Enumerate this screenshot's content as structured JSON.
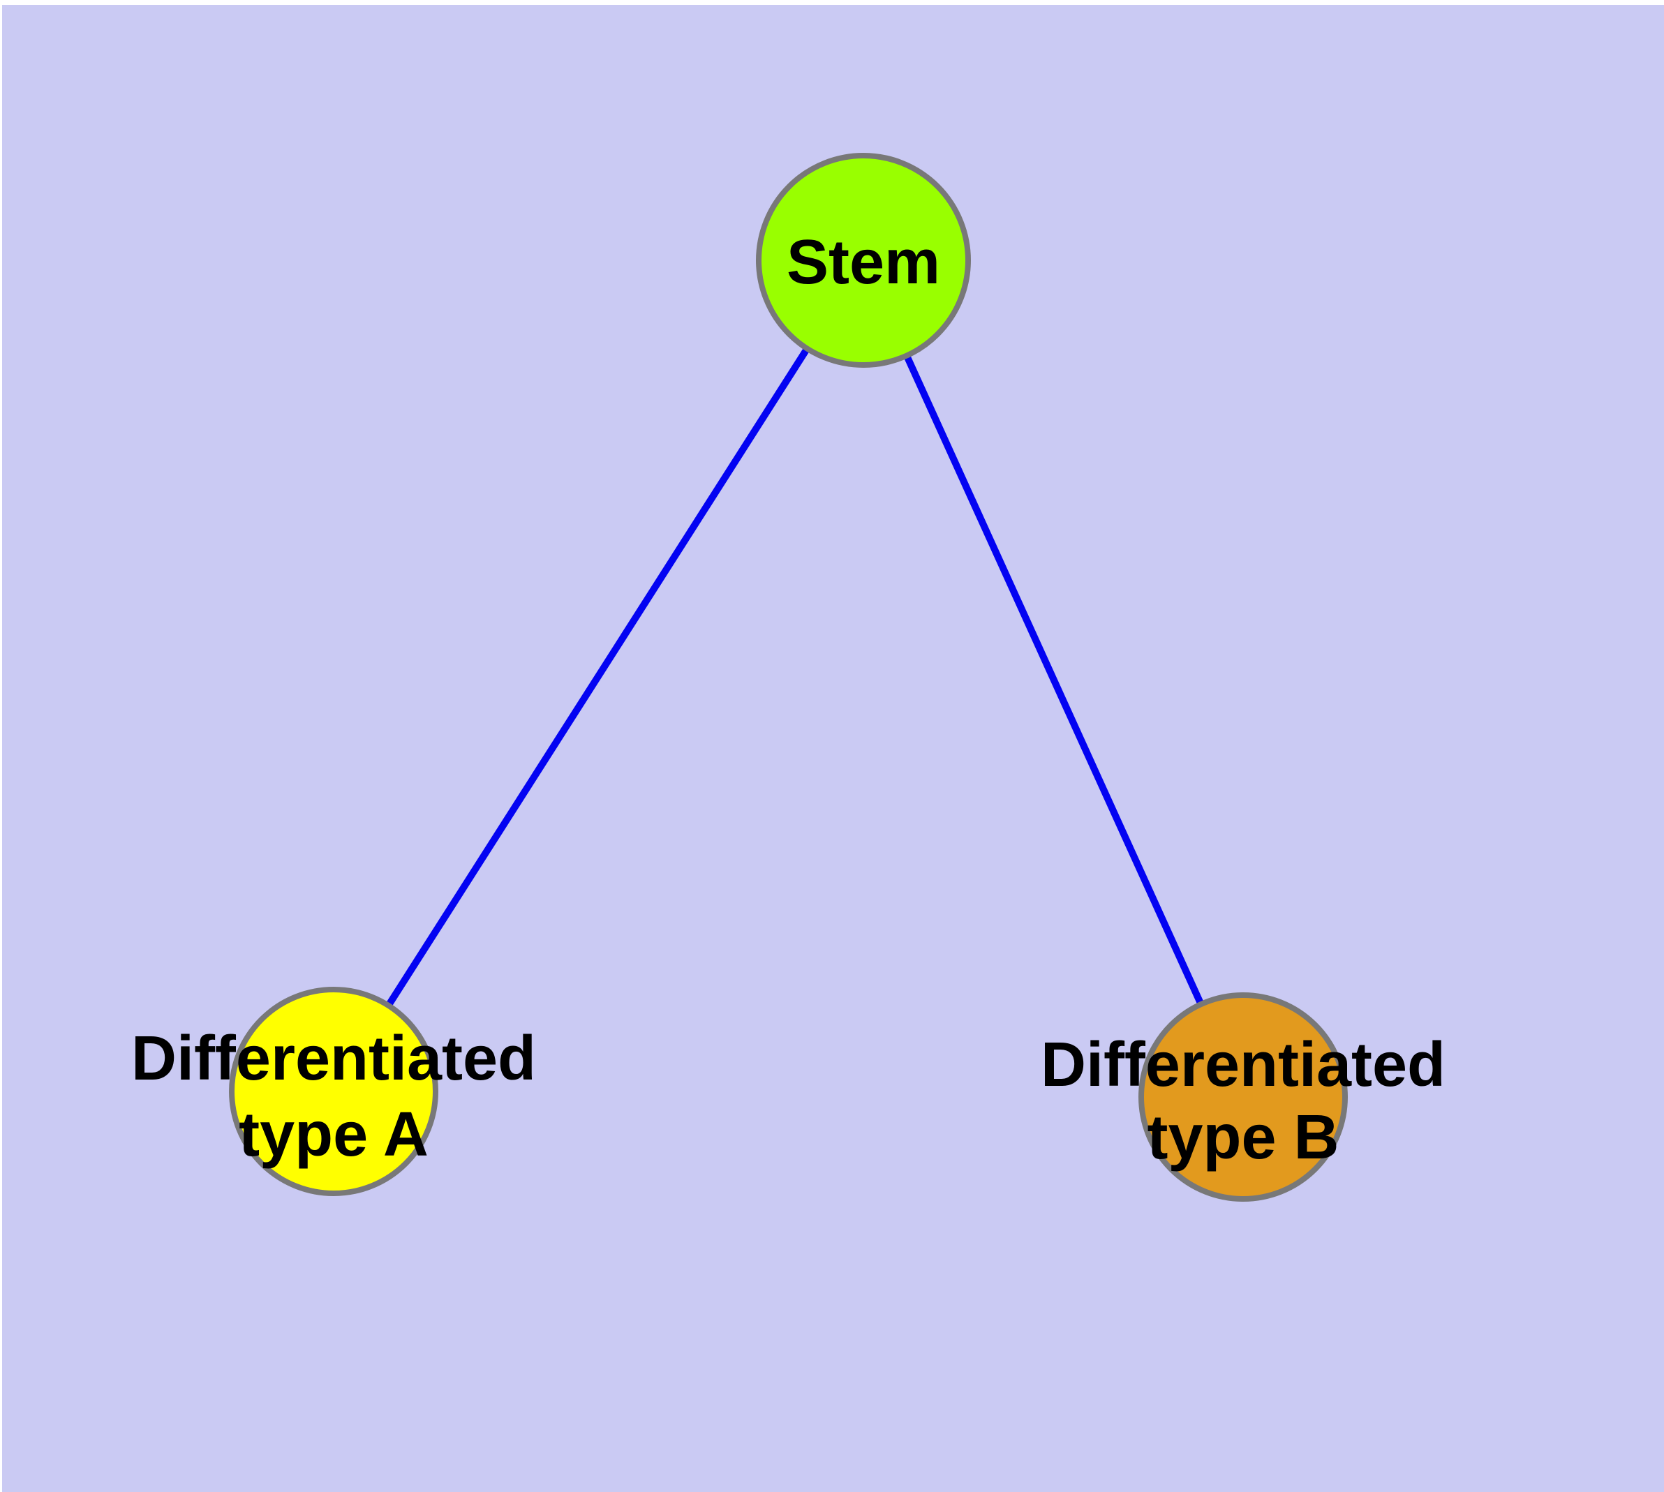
{
  "canvas": {
    "background": "#CACAF3",
    "margin_color": "#FFFFFF"
  },
  "nodes": {
    "stem": {
      "label": "Stem",
      "fill": "#99FF00",
      "border": "#787878"
    },
    "type_a": {
      "label_line1": "Differentiated",
      "label_line2": "type A",
      "fill": "#FFFF00",
      "border": "#787878"
    },
    "type_b": {
      "label_line1": "Differentiated",
      "label_line2": "type B",
      "fill": "#E29A1E",
      "border": "#787878"
    }
  },
  "edges": {
    "color": "#0303F2",
    "list": [
      {
        "from": "Stem",
        "to": "Differentiated type A"
      },
      {
        "from": "Stem",
        "to": "Differentiated type B"
      }
    ]
  }
}
